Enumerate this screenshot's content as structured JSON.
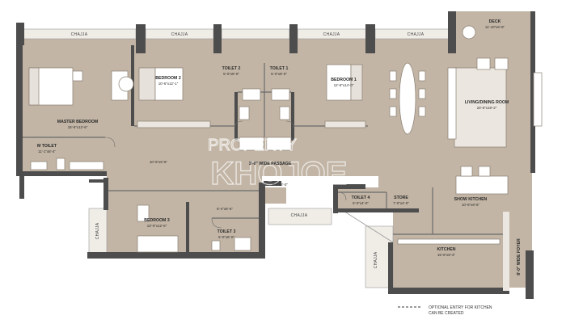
{
  "colors": {
    "floor": "#c2b5a5",
    "wall": "#4d4d4d",
    "balcony": "#f0ede7",
    "furniture": "#ffffff",
    "lines": "#8a7f72"
  },
  "rooms": {
    "deck": {
      "name": "DECK",
      "dim": "11'-10\"x6'-8\""
    },
    "master_bedroom": {
      "name": "MASTER BEDROOM",
      "dim": "15'-6\"x12'-6\""
    },
    "bedroom_2": {
      "name": "BEDROOM 2",
      "dim": "10'-6\"x12'-1\""
    },
    "toilet_2": {
      "name": "TOILET 2",
      "dim": "5'-0\"x8'-0\""
    },
    "toilet_1": {
      "name": "TOILET 1",
      "dim": "5'-0\"x8'-0\""
    },
    "bedroom_1": {
      "name": "BEDROOM 1",
      "dim": "12'-6\"x14'-0\""
    },
    "living_dining": {
      "name": "LIVING/DINING ROOM",
      "dim": "23'-6\"x19'-2\""
    },
    "m_toilet": {
      "name": "M TOILET",
      "dim": "11'-1\"x8'-4\""
    },
    "passage": {
      "name": "3'-0\" WIDE PASSAGE"
    },
    "bedroom_3": {
      "name": "BEDROOM 3",
      "dim": "13'-0\"x12'-6\""
    },
    "toilet_3": {
      "name": "TOILET 3",
      "dim": "5'-0\"x8'-0\""
    },
    "toilet_4": {
      "name": "TOILET 4",
      "dim": "5'-0\"x4'-0\""
    },
    "store": {
      "name": "STORE",
      "dim": "7'-0\"x4'-0\""
    },
    "show_kitchen": {
      "name": "SHOW KITCHEN",
      "dim": "10'-6\"x8'-6\""
    },
    "kitchen": {
      "name": "KITCHEN",
      "dim": "15'-6\"x8'-3\""
    },
    "foyer": {
      "name": "8'-0\" WIDE FOYER"
    }
  },
  "passage_dims": {
    "d1": "10'-6\"x6'-6\"",
    "d2": "3'-4\"x2'-0\"",
    "d3": "6'-4\"x6'-6\""
  },
  "chajja": {
    "c1": "CHAJJA",
    "c2": "CHAJJA",
    "c3": "CHAJJA",
    "c4": "CHAJJA",
    "c5": "CHAJJA",
    "c6": "CHAJJA",
    "c7": "CHAJJA"
  },
  "watermark": {
    "line1": "PROPERTY",
    "line2": "KHOJOE"
  },
  "note": {
    "line1": "OPTIONAL ENTRY FOR KITCHEN",
    "line2": "CAN BE CREATED"
  }
}
